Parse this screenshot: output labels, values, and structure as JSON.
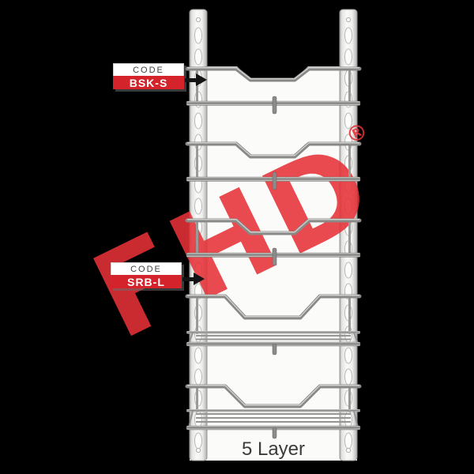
{
  "image": {
    "description": "Wall-mounted 5 layer stainless steel wire rack product photo on black background",
    "background_color": "#000000"
  },
  "watermark": {
    "text": "FHD",
    "registered_symbol": "®",
    "color": "#e63238"
  },
  "callouts": [
    {
      "heading": "CODE",
      "code": "BSK-S",
      "band_color": "#d5232b",
      "heading_color": "#3f3f3f"
    },
    {
      "heading": "CODE",
      "code": "SRB-L",
      "band_color": "#d5232b",
      "heading_color": "#3f3f3f"
    }
  ],
  "caption": {
    "text": "5 Layer",
    "color": "#3b3b3b"
  },
  "rack": {
    "layers": 5,
    "rail_color": "#efefed",
    "wire_color": "#8b8b89",
    "backdrop_color": "#fbfbf9"
  }
}
